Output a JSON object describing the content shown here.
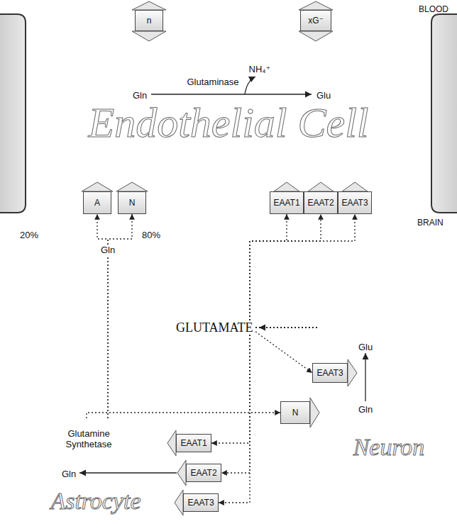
{
  "diagram": {
    "nodes": [
      {
        "text": [
          "Endothelial Cell",
          "Gln",
          "Glutaminase",
          "NH₄⁺",
          "Glu"
        ]
      },
      {
        "text": [
          "n"
        ],
        "in": 0
      },
      {
        "text": [
          "xG⁻"
        ],
        "in": 0
      },
      {
        "text": [
          "A"
        ],
        "in": 0
      },
      {
        "text": [
          "N"
        ],
        "in": 0
      },
      {
        "text": [
          "EAAT1"
        ],
        "in": 0
      },
      {
        "text": [
          "EAAT2"
        ],
        "in": 0
      },
      {
        "text": [
          "EAAT3"
        ],
        "in": 0
      },
      {
        "text": [
          "Glutamine Synthetase",
          "Gln",
          "Astrocyte"
        ]
      },
      {
        "text": [
          "EAAT1"
        ],
        "in": 8
      },
      {
        "text": [
          "EAAT2"
        ],
        "in": 8
      },
      {
        "text": [
          "EAAT3"
        ],
        "in": 8
      },
      {
        "text": [
          "Glu",
          "Gln",
          "Neuron"
        ]
      },
      {
        "text": [
          "EAAT3"
        ],
        "in": 12
      },
      {
        "text": [
          "N"
        ],
        "in": 12
      }
    ],
    "edges": [
      {
        "from": 8,
        "to": 3,
        "arrow": "to"
      },
      {
        "from": 8,
        "to": 4,
        "arrow": "to"
      },
      {
        "from": 8,
        "to": 14,
        "arrow": "to"
      },
      {
        "from": 12,
        "to": 5,
        "arrow": "to"
      },
      {
        "from": 12,
        "to": 6,
        "arrow": "to"
      },
      {
        "from": 12,
        "to": 7,
        "arrow": "to"
      },
      {
        "from": 12,
        "to": 9,
        "arrow": "to"
      },
      {
        "from": 12,
        "to": 10,
        "arrow": "to"
      },
      {
        "from": 12,
        "to": 11,
        "arrow": "to"
      },
      {
        "from": 12,
        "to": 13,
        "arrow": "to"
      }
    ],
    "labels": [
      "BLOOD",
      "BRAIN",
      "20%",
      "80%",
      "Gln",
      "GLUTAMATE"
    ]
  }
}
